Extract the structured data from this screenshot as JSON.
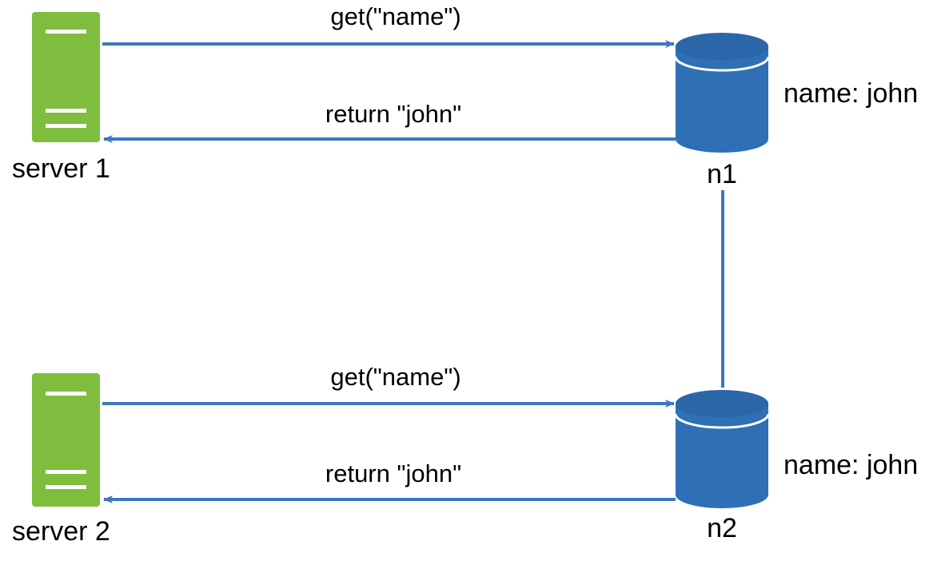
{
  "colors": {
    "server": "#7fbd3f",
    "server_slot": "#ffffff",
    "database": "#2e6fb5",
    "database_top": "#2a66a8",
    "database_ring": "#ffffff",
    "arrow": "#3c78be",
    "link": "#3c78be",
    "text": "#000000"
  },
  "servers": [
    {
      "label": "server 1"
    },
    {
      "label": "server 2"
    }
  ],
  "nodes": [
    {
      "label": "n1",
      "data_label": "name: john"
    },
    {
      "label": "n2",
      "data_label": "name: john"
    }
  ],
  "edges": [
    {
      "from": "server 1",
      "to": "n1",
      "label": "get(\"name\")"
    },
    {
      "from": "n1",
      "to": "server 1",
      "label": "return \"john\""
    },
    {
      "from": "server 2",
      "to": "n2",
      "label": "get(\"name\")"
    },
    {
      "from": "n2",
      "to": "server 2",
      "label": "return \"john\""
    },
    {
      "from": "n1",
      "to": "n2",
      "label": ""
    }
  ]
}
